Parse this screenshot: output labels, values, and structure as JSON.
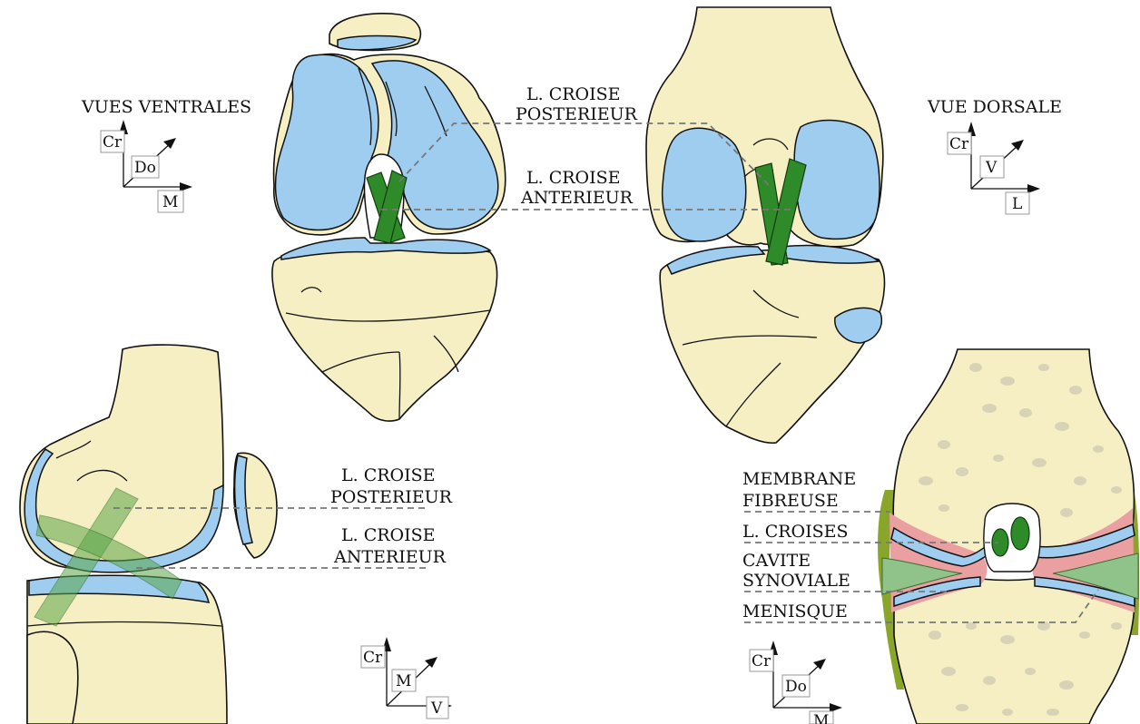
{
  "ventral": {
    "title": "VUES VENTRALES",
    "axes": {
      "up": "Cr",
      "depth": "Do",
      "side": "M"
    }
  },
  "dorsal": {
    "title": "VUE  DORSALE",
    "axes": {
      "up": "Cr",
      "depth": "V",
      "side": "L"
    }
  },
  "top_labels": {
    "posterior_1": "L. CROISE",
    "posterior_2": "POSTERIEUR",
    "anterior_1": "L. CROISE",
    "anterior_2": "ANTERIEUR"
  },
  "lateral_view": {
    "posterior_1": "L. CROISE",
    "posterior_2": "POSTERIEUR",
    "anterior_1": "L. CROISE",
    "anterior_2": "ANTERIEUR",
    "axes": {
      "up": "Cr",
      "depth": "M",
      "side": "V"
    }
  },
  "section_view": {
    "membrane_1": "MEMBRANE",
    "membrane_2": "FIBREUSE",
    "ligaments": "L. CROISES",
    "cavity_1": "CAVITE",
    "cavity_2": "SYNOVIALE",
    "meniscus": "MENISQUE",
    "axes": {
      "up": "Cr",
      "depth": "Do",
      "side": "M"
    }
  },
  "colors": {
    "bone": "#f6efc4",
    "cartilage": "#9fcdf0",
    "ligament": "#2f8a2a",
    "synovial": "#eaa0a0",
    "meniscus": "#8fc38a",
    "capsule": "#8aa62a"
  }
}
